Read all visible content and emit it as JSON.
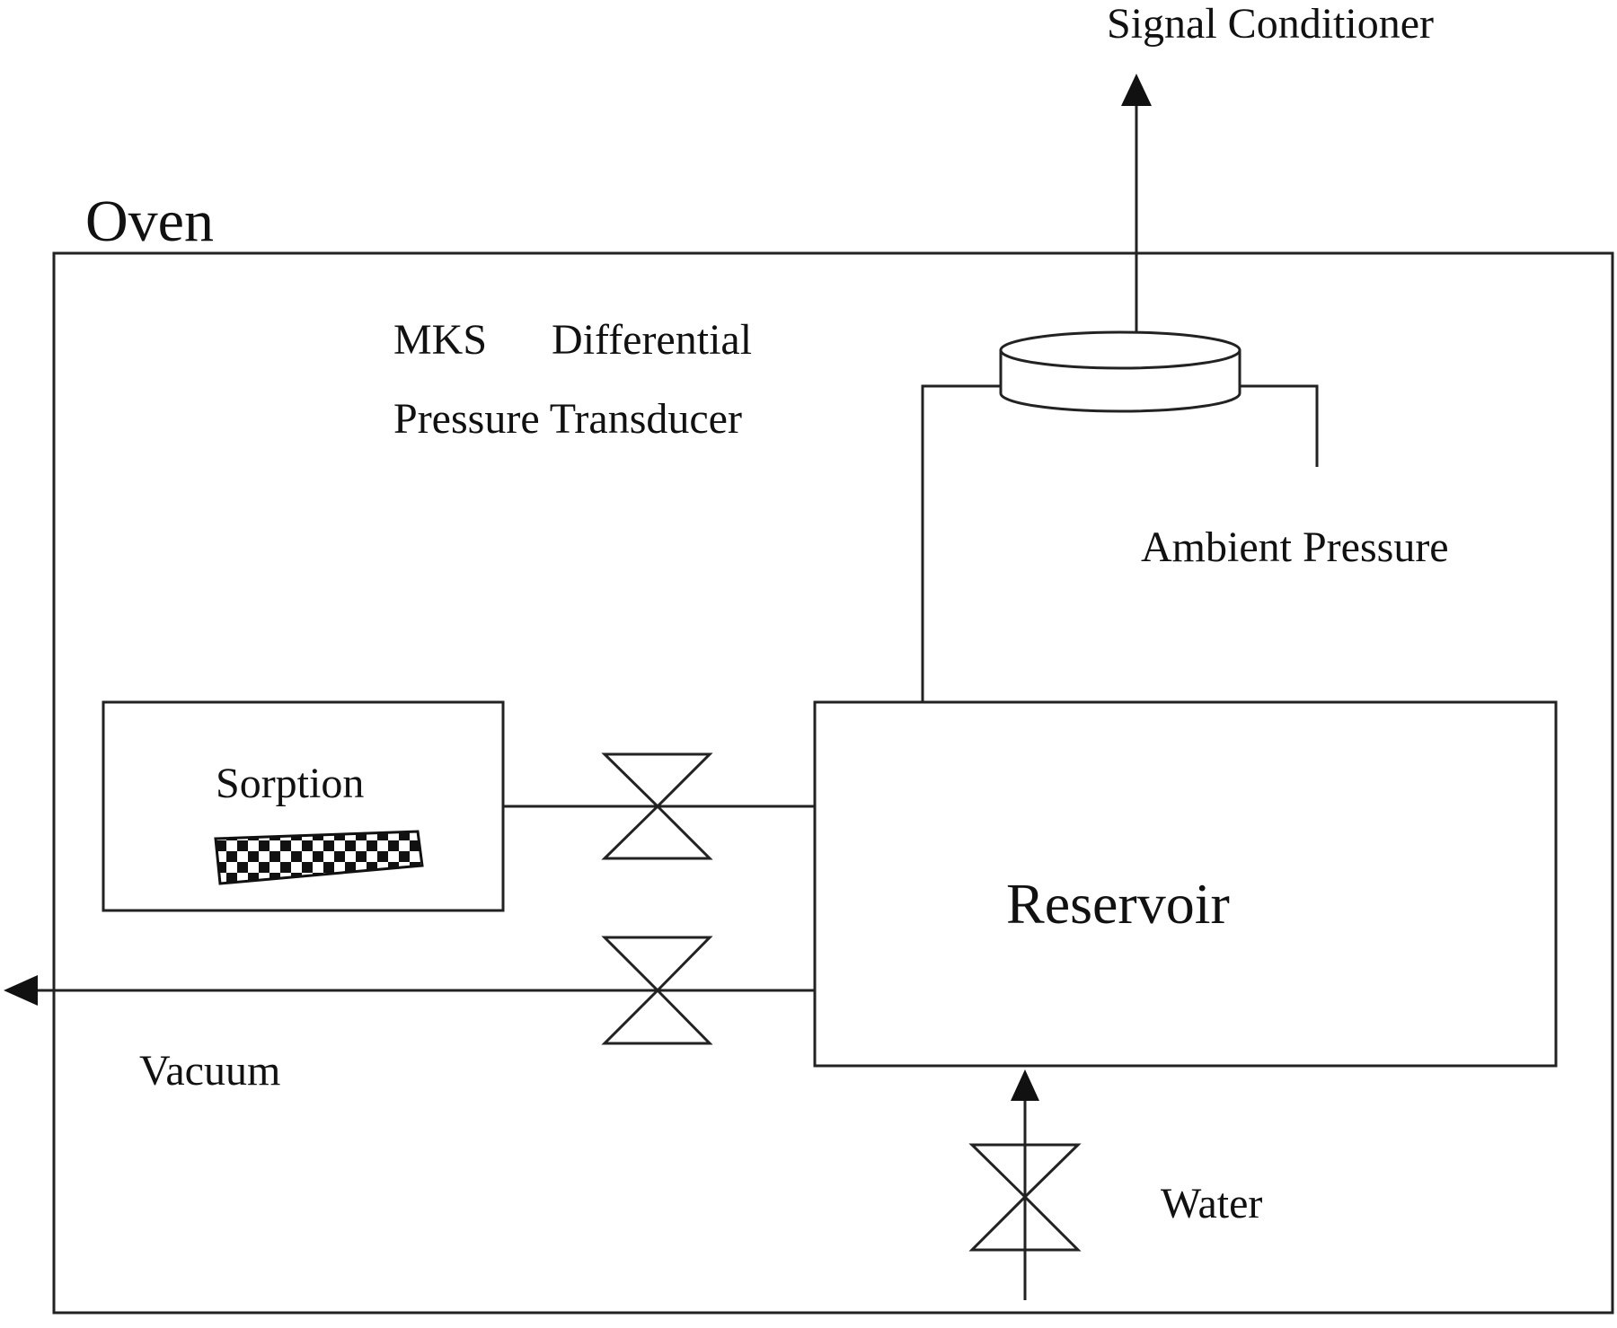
{
  "labels": {
    "signal_conditioner": "Signal Conditioner",
    "oven": "Oven",
    "transducer_line1": "MKS      Differential",
    "transducer_line2": "Pressure Transducer",
    "ambient_pressure": "Ambient Pressure",
    "sorption": "Sorption",
    "reservoir": "Reservoir",
    "vacuum": "Vacuum",
    "water": "Water"
  }
}
